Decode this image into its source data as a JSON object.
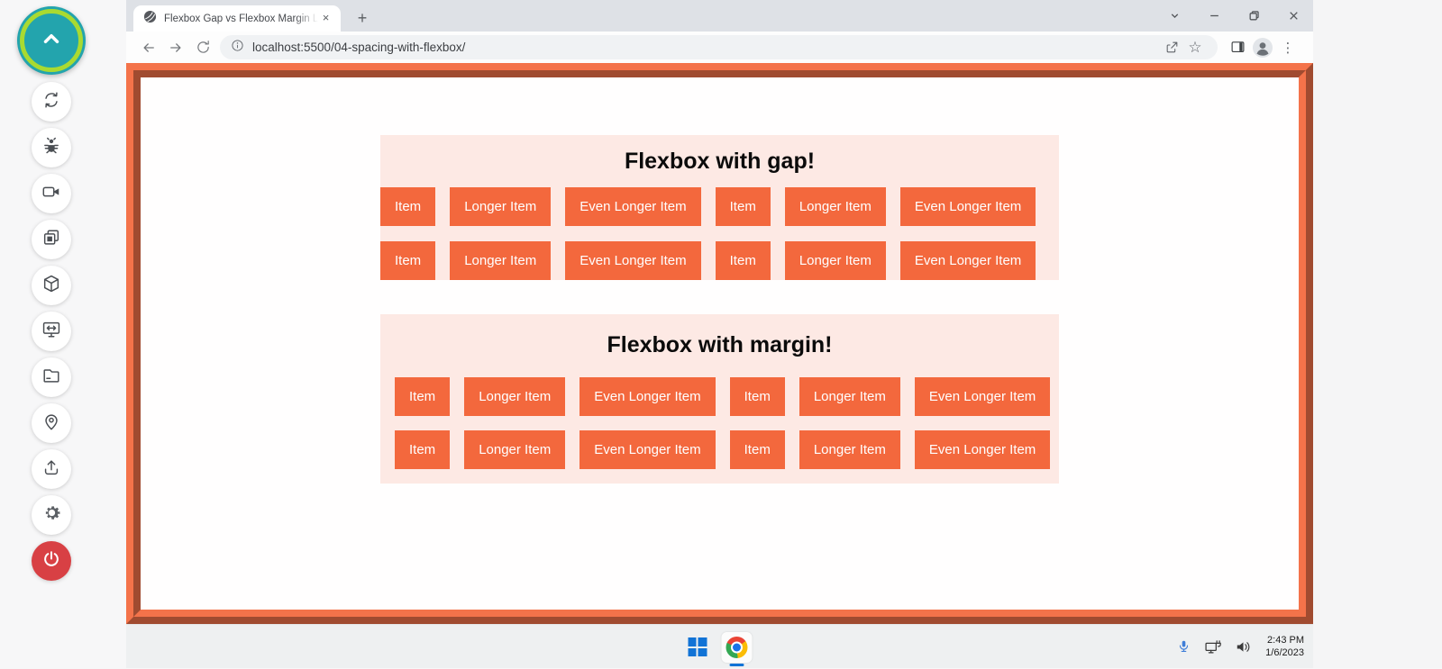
{
  "colors": {
    "accent_orange": "#f3683d",
    "frame_orange": "#f4734a",
    "section_pink": "#fde9e4",
    "recorder_teal": "#23a4ad",
    "recorder_lime": "#a9da31",
    "power_red": "#d84044",
    "windows_blue": "#1173d6",
    "mic_blue": "#3f7ed8",
    "tabstrip_gray": "#dee1e6"
  },
  "recorder": {
    "toggle_icon": "chevron-up-icon",
    "button_icons": [
      "sync-icon",
      "bug-icon",
      "video-camera-icon",
      "screenshots-icon",
      "cube-icon",
      "screen-size-icon",
      "folder-icon",
      "location-pin-icon",
      "upload-icon",
      "gear-icon",
      "power-icon"
    ]
  },
  "browser": {
    "tab_title": "Flexbox Gap vs Flexbox Margin L",
    "tab_close_glyph": "×",
    "new_tab_glyph": "+",
    "url": "localhost:5500/04-spacing-with-flexbox/",
    "bookmark_glyph": "☆",
    "menu_glyph": "⋮",
    "window_control_icons": [
      "chevron-down-icon",
      "minimize-icon",
      "restore-icon",
      "close-icon"
    ]
  },
  "content": {
    "sections": [
      {
        "title": "Flexbox with gap!",
        "rows": [
          [
            "Item",
            "Longer Item",
            "Even Longer Item",
            "Item",
            "Longer Item",
            "Even Longer Item"
          ],
          [
            "Item",
            "Longer Item",
            "Even Longer Item",
            "Item",
            "Longer Item",
            "Even Longer Item"
          ]
        ]
      },
      {
        "title": "Flexbox with margin!",
        "rows": [
          [
            "Item",
            "Longer Item",
            "Even Longer Item",
            "Item",
            "Longer Item",
            "Even Longer Item"
          ],
          [
            "Item",
            "Longer Item",
            "Even Longer Item",
            "Item",
            "Longer Item",
            "Even Longer Item"
          ]
        ]
      }
    ]
  },
  "taskbar": {
    "time": "2:43 PM",
    "date": "1/6/2023",
    "tray_icons": [
      "microphone-icon",
      "display-network-icon",
      "speaker-icon"
    ],
    "center_icons": [
      "windows-start-icon",
      "chrome-icon"
    ]
  }
}
